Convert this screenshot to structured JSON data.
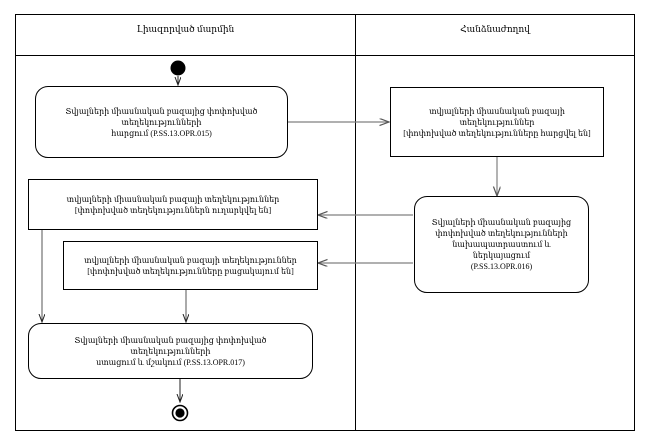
{
  "diagram": {
    "type": "uml-activity-diagram",
    "colors": {
      "border": "#000000",
      "connector": "#808080",
      "background": "#ffffff",
      "node_fill": "#ffffff"
    }
  },
  "lanes": [
    {
      "id": "lane-authorized-body",
      "title": "Լիազորված մարմին"
    },
    {
      "id": "lane-commission",
      "title": "Հանձնաժողով"
    }
  ],
  "nodes": {
    "start": {
      "kind": "initial-node",
      "label": ""
    },
    "end": {
      "kind": "final-node",
      "label": ""
    },
    "request_activity": {
      "kind": "activity",
      "lane": "lane-authorized-body",
      "line1": "Տվյալների միասնական բազայից փոփոխված տեղեկությունների",
      "line2": "հարցում (P.SS.13.OPR.015)",
      "code": "P.SS.13.OPR.015"
    },
    "requested_object": {
      "kind": "object",
      "lane": "lane-commission",
      "line1": "տվյալների միասնական բազայի տեղեկություններ",
      "line2": "[փոփոխված տեղեկությունները հարցվել են]",
      "state": "փոփոխված տեղեկությունները հարցվել են"
    },
    "prepare_activity": {
      "kind": "activity",
      "lane": "lane-commission",
      "line1": "Տվյալների միասնական բազայից",
      "line2": "փոփոխված տեղեկությունների",
      "line3": "նախապատրաստում և ներկայացում",
      "line4": "(P.SS.13.OPR.016)",
      "code": "P.SS.13.OPR.016"
    },
    "sent_object": {
      "kind": "object",
      "lane": "lane-authorized-body",
      "line1": "տվյալների միասնական բազայի տեղեկություններ",
      "line2": "[փոփոխված տեղեկություններն ուղարկվել են]",
      "state": "փոփոխված տեղեկություններն ուղարկվել են"
    },
    "absent_object": {
      "kind": "object",
      "lane": "lane-authorized-body",
      "line1": "տվյալների միասնական բազայի տեղեկություններ",
      "line2": "[փոփոխված տեղեկությունները բացակայում են]",
      "state": "փոփոխված տեղեկությունները բացակայում են"
    },
    "receive_activity": {
      "kind": "activity",
      "lane": "lane-authorized-body",
      "line1": "Տվյալների միասնական բազայից փոփոխված տեղեկությունների",
      "line2": "ստացում և մշակում (P.SS.13.OPR.017)",
      "code": "P.SS.13.OPR.017"
    }
  },
  "flows": [
    {
      "from": "start",
      "to": "request_activity"
    },
    {
      "from": "request_activity",
      "to": "requested_object"
    },
    {
      "from": "requested_object",
      "to": "prepare_activity"
    },
    {
      "from": "prepare_activity",
      "to": "sent_object"
    },
    {
      "from": "prepare_activity",
      "to": "absent_object"
    },
    {
      "from": "sent_object",
      "to": "receive_activity"
    },
    {
      "from": "absent_object",
      "to": "receive_activity"
    },
    {
      "from": "receive_activity",
      "to": "end"
    }
  ]
}
